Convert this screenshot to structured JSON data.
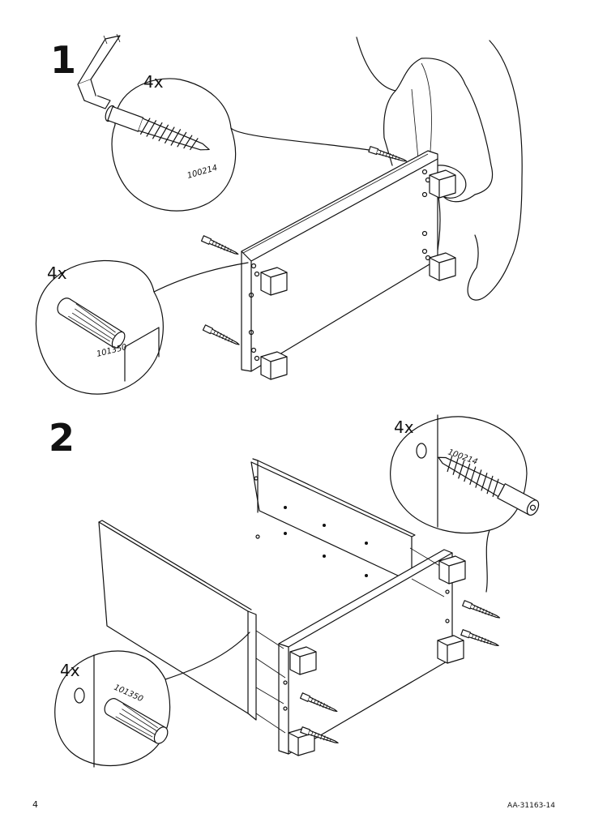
{
  "page": {
    "number": "4",
    "doc_code": "AA-31163-14"
  },
  "steps": [
    {
      "number": "1",
      "callouts": [
        {
          "quantity": "4x",
          "part_number": "100214",
          "icon": "screw-icon"
        },
        {
          "quantity": "4x",
          "part_number": "101350",
          "icon": "wooden-dowel-icon"
        }
      ]
    },
    {
      "number": "2",
      "callouts": [
        {
          "quantity": "4x",
          "part_number": "100214",
          "icon": "screw-icon"
        },
        {
          "quantity": "4x",
          "part_number": "101350",
          "icon": "wooden-dowel-icon"
        }
      ]
    }
  ],
  "icons": [
    "allen-key-icon",
    "screw-icon",
    "wooden-dowel-icon",
    "panel-icon",
    "person-icon"
  ]
}
